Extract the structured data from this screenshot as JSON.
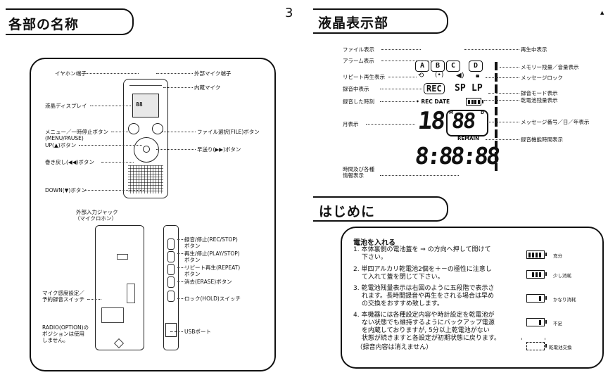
{
  "page": {
    "number": "3"
  },
  "sections": {
    "parts": {
      "title": "各部の名称"
    },
    "lcd": {
      "title": "液晶表示部"
    },
    "intro": {
      "title": "はじめに"
    }
  },
  "parts_labels": {
    "earphone": "イヤホン端子",
    "ext_mic": "外部マイク端子",
    "internal_mic": "内蔵マイク",
    "display": "液晶ディスプレイ",
    "menu": "メニュー／一時停止ボタン",
    "menu_sub": "(MENU/PAUSE)",
    "file": "ファイル選択(FILE)ボタン",
    "up": "UP(▲)ボタン",
    "ff": "早送り(▶▶)ボタン",
    "rew": "巻き戻し(◀◀)ボタン",
    "down": "DOWN(▼)ボタン",
    "ext_input": "外部入力ジャック",
    "ext_input_sub": "（マイクロホン）",
    "rec_stop": "録音/停止(REC/STOP)",
    "rec_stop2": "ボタン",
    "play_stop": "再生/停止(PLAY/STOP)",
    "play_stop2": "ボタン",
    "repeat": "リピート再生(REPEAT)",
    "repeat2": "ボタン",
    "erase": "消去(ERASE)ボタン",
    "mic_sens": "マイク感度設定／",
    "mic_sens2": "予約録音スイッチ",
    "hold": "ロック(HOLD)スイッチ",
    "radio1": "RADIO(OPTION)の",
    "radio2": "ポジションは使用",
    "radio3": "しません。",
    "usb": "USBポート"
  },
  "lcd_labels": {
    "file_disp": "ファイル表示",
    "alarm_disp": "アラーム表示",
    "repeat_disp": "リピート再生表示",
    "rec_disp": "録音中表示",
    "rec_time": "録音した時刻",
    "month": "月表示",
    "time_info1": "時間及び各種",
    "time_info2": "情報表示",
    "playing": "再生中表示",
    "memory": "メモリー残量／音量表示",
    "msg_lock": "メッセージロック",
    "rec_mode": "録音モード表示",
    "battery": "乾電池残量表示",
    "msg_no": "メッセージ番号／日／年表示",
    "remain_time": "録音機能時間表示"
  },
  "lcd_screen": {
    "files": [
      "A",
      "B",
      "C",
      "D"
    ],
    "rec": "REC",
    "sp": "SP",
    "lp": "LP",
    "rec_date": "• REC DATE",
    "month_digits": "18",
    "msg_digits": "88",
    "m_mark": "M",
    "d_mark": "D",
    "remain": "REMAIN",
    "time_digits": "8:88:88"
  },
  "battery_panel": {
    "heading": "電池を入れる",
    "steps": [
      "1. 本体裏側の電池蓋を ⇒ の方向へ押して開けて",
      "　 下さい。",
      "2. 単四アルカリ乾電池2個を＋－の極性に注意し",
      "　 て入れて蓋を閉じて下さい。",
      "3. 乾電池残量表示は右図のように五段階で表示さ",
      "　 れます。長時間録音や再生をされる場合は早め",
      "　 の交換をおすすめ致します。",
      "4. 本機器には各種設定内容や時計設定を乾電池が",
      "　 ない状態でも維持するようにバックアップ電源",
      "　 を内蔵しておりますが, 5分以上乾電池がない",
      "　 状態が続きますと各設定が初期状態に戻ります。",
      "　（録音内容は消えません）"
    ],
    "levels": [
      {
        "label": "充分",
        "bars": 4
      },
      {
        "label": "少し消耗",
        "bars": 3
      },
      {
        "label": "かなり消耗",
        "bars": 1
      },
      {
        "label": "不足",
        "bars": 1
      },
      {
        "label": "乾電池交換",
        "bars": 0
      }
    ]
  }
}
